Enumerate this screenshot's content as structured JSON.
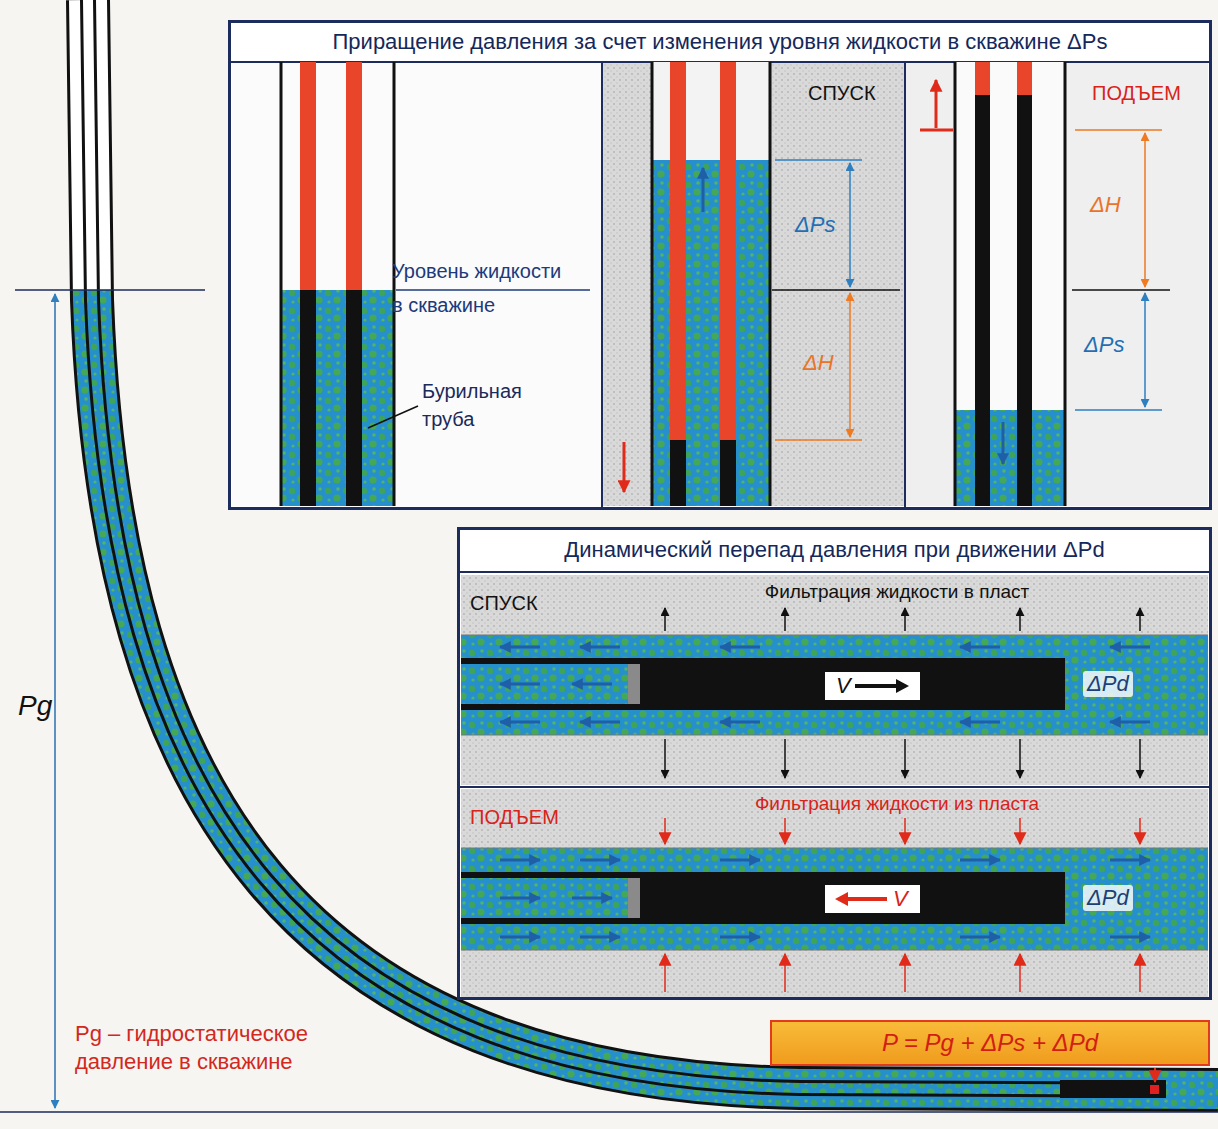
{
  "diagram": {
    "nodes": [
      {
        "text": [
          "Приращение давления за счет изменения уровня жидкости в скважине ΔPs"
        ]
      },
      {
        "text": [
          "Уровень жидкости в скважине",
          "Бурильная труба"
        ],
        "in": 0
      },
      {
        "text": [
          "СПУСК",
          "ΔPs",
          "ΔH"
        ],
        "in": 0
      },
      {
        "text": [
          "ПОДЪЕМ",
          "ΔH",
          "ΔPs"
        ],
        "in": 0
      },
      {
        "text": [
          "Динамический перепад давления при движении ΔPd"
        ]
      },
      {
        "text": [
          "СПУСК",
          "Фильтрация жидкости в пласт",
          "ΔPd"
        ],
        "in": 4
      },
      {
        "text": [
          "V"
        ],
        "in": 5
      },
      {
        "text": [
          "ПОДЪЕМ",
          "Фильтрация жидкости из пласта",
          "ΔPd"
        ],
        "in": 4
      },
      {
        "text": [
          "V"
        ],
        "in": 7
      },
      {
        "text": [
          "P = Pg + ΔPs + ΔPd"
        ]
      }
    ],
    "labels": [
      "Pg",
      "Pg – гидростатическое давление в скважине"
    ]
  }
}
